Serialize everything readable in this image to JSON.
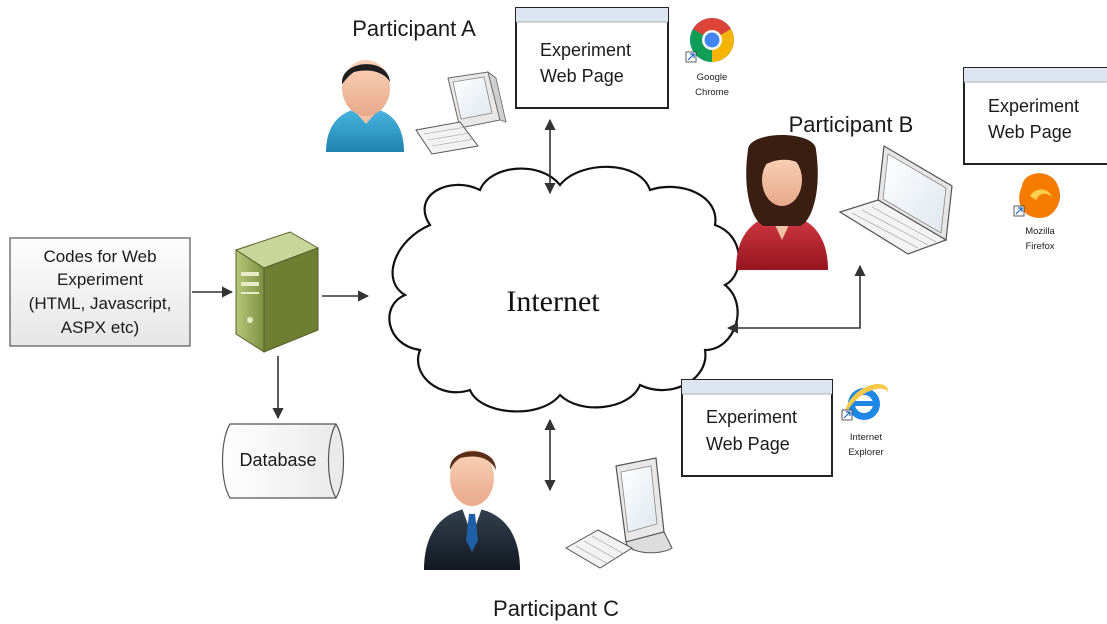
{
  "internet": {
    "label": "Internet"
  },
  "codes_box": {
    "lines": [
      "Codes for Web",
      "Experiment",
      "(HTML, Javascript,",
      "ASPX etc)"
    ]
  },
  "database": {
    "label": "Database"
  },
  "participants": {
    "a": {
      "label": "Participant A",
      "page_lines": [
        "Experiment",
        "Web Page"
      ],
      "browser_lines": [
        "Google",
        "Chrome"
      ]
    },
    "b": {
      "label": "Participant B",
      "page_lines": [
        "Experiment",
        "Web Page"
      ],
      "browser_lines": [
        "Mozilla",
        "Firefox"
      ]
    },
    "c": {
      "label": "Participant C",
      "page_lines": [
        "Experiment",
        "Web Page"
      ],
      "browser_lines": [
        "Internet",
        "Explorer"
      ]
    }
  },
  "colors": {
    "server": "#9cad5c",
    "person_a_shirt": "#2d9bc8",
    "person_b_jacket": "#b8232f",
    "person_c_suit": "#1f2a36",
    "chrome_red": "#db4437",
    "chrome_green": "#0f9d58",
    "chrome_yellow": "#f4b400",
    "chrome_blue": "#4285f4",
    "ie_blue": "#1e88e5",
    "firefox_orange": "#f57c00"
  }
}
